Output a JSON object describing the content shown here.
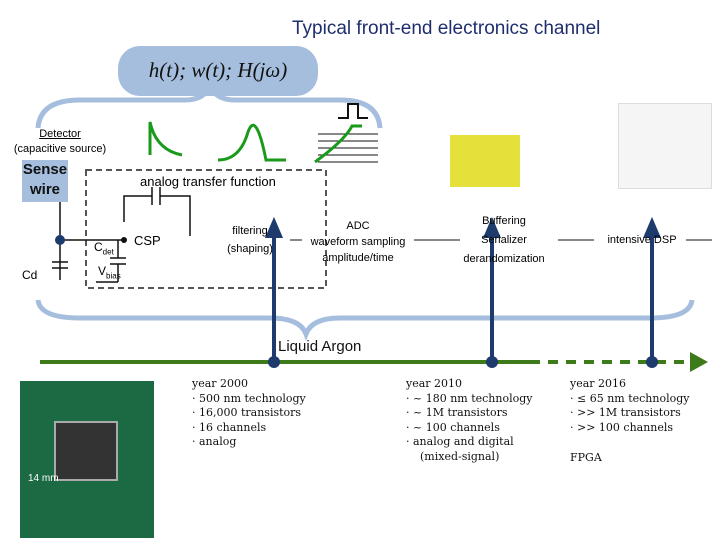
{
  "title": "Typical front-end electronics channel",
  "formula": "h(t); w(t); H(jω)",
  "detector": {
    "line1": "Detector",
    "line2": "(capacitive source)"
  },
  "sense_wire": {
    "line1": "Sense",
    "line2": "wire"
  },
  "analog_transfer": "analog transfer function",
  "cd_label": "Cd",
  "cdet_label": "C",
  "cdet_sub": "det",
  "vbias_label": "V",
  "vbias_sub": "bias",
  "csp": "CSP",
  "filtering": {
    "line1": "filtering",
    "line2": "(shaping)"
  },
  "adc": {
    "line1": "ADC",
    "line2": "waveform sampling",
    "line3": "amplitude/time"
  },
  "buffering": {
    "line1": "Buffering",
    "line2": "Serializer",
    "line3": "derandomization"
  },
  "intensive_dsp": "intensive DSP",
  "liquid_argon": "Liquid Argon",
  "chip_scale": "14 mm",
  "year2000": {
    "year": "year 2000",
    "items": [
      "· 500 nm technology",
      "· 16,000 transistors",
      "· 16 channels",
      "· analog"
    ]
  },
  "year2010": {
    "year": "year 2010",
    "items": [
      "· ~ 180 nm technology",
      "· ~ 1M transistors",
      "· ~ 100 channels",
      "· analog and digital",
      "(mixed-signal)"
    ]
  },
  "year2016": {
    "year": "year 2016",
    "items": [
      "· ≤ 65 nm technology",
      "· >> 1M transistors",
      "· >> 100 channels"
    ],
    "extra": "FPGA"
  },
  "colors": {
    "title": "#1f2f6e",
    "green": "#1a9a1a",
    "brace": "#a6bedd",
    "arrow": "#1f3b6e",
    "timeline": "#3c7a1a"
  }
}
